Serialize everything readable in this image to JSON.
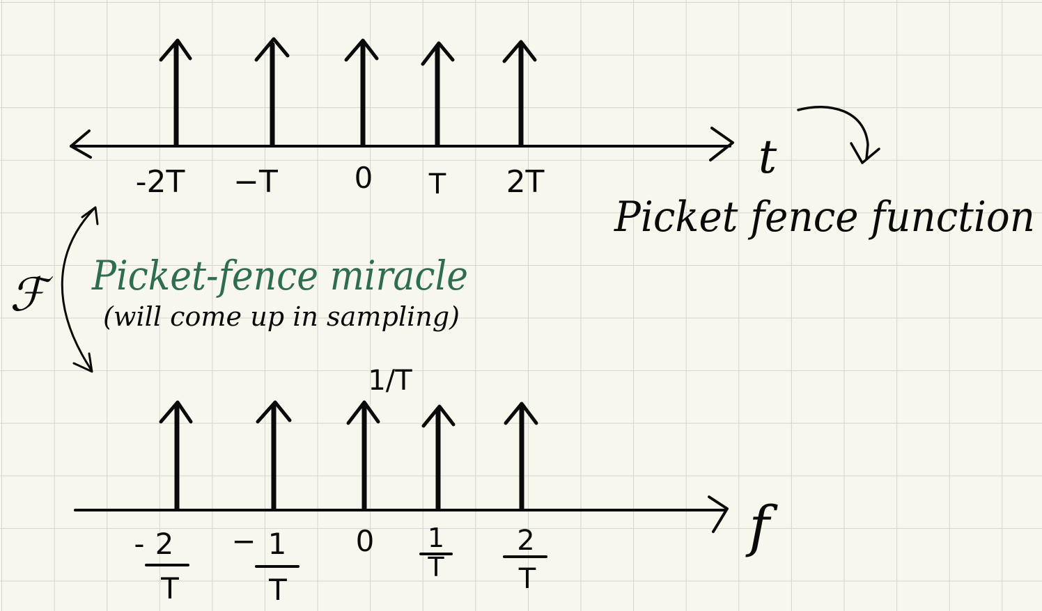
{
  "time_axis": {
    "variable": "t",
    "tick_labels": [
      "-2T",
      "−T",
      "0",
      "T",
      "2T"
    ]
  },
  "frequency_axis": {
    "variable": "f",
    "height_label": "1/T",
    "tick_labels": [
      {
        "sign": "-",
        "num": "2",
        "den": "T"
      },
      {
        "sign": "−",
        "num": "1",
        "den": "T"
      },
      {
        "sign": "",
        "num": "0",
        "den": ""
      },
      {
        "sign": "",
        "num": "1",
        "den": "T"
      },
      {
        "sign": "",
        "num": "2",
        "den": "T"
      }
    ]
  },
  "annotations": {
    "picket_fence_function": "Picket fence function",
    "transform_symbol": "ℱ",
    "miracle_title": "Picket-fence miracle",
    "miracle_note": "(will come up in sampling)"
  },
  "colors": {
    "ink": "#0a0a0a",
    "accent_green": "#2f6d4f",
    "paper": "#f7f7ee",
    "grid": "#d4d4cf"
  }
}
